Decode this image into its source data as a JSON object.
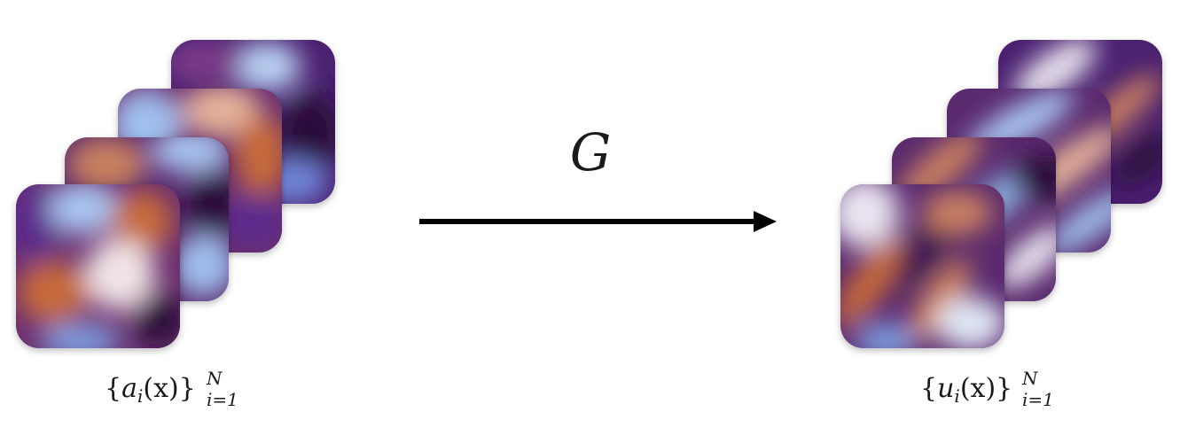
{
  "operator": {
    "symbol": "G"
  },
  "input_set": {
    "open_brace": "{",
    "func": "a",
    "index": "i",
    "arg": "(x)",
    "close_brace": "}",
    "upper": "N",
    "lower": "i=1"
  },
  "output_set": {
    "open_brace": "{",
    "func": "u",
    "index": "i",
    "arg": "(x)",
    "close_brace": "}",
    "upper": "N",
    "lower": "i=1"
  },
  "colors": {
    "arrow": "#000000",
    "dark": "#2a0f3a",
    "purple": "#5b2a8c",
    "blue": "#8fb4e6",
    "light": "#ece6ee",
    "orange": "#c76a3a"
  }
}
